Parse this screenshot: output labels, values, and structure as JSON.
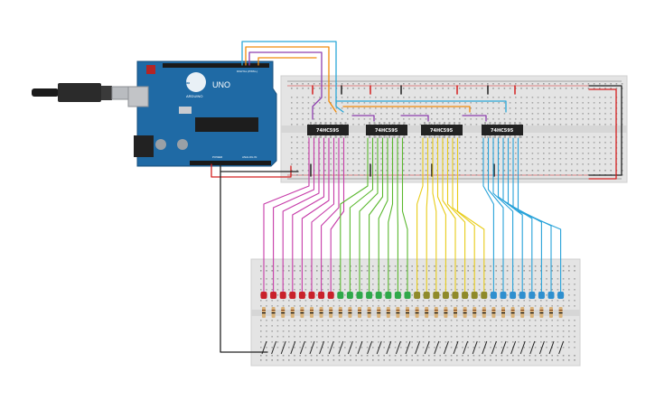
{
  "arduino": {
    "model": "UNO",
    "brand": "ARDUINO",
    "digital_label": "DIGITAL (PWM~)",
    "power_label": "POWER",
    "analog_label": "ANALOG IN",
    "board_color": "#1f6aa5"
  },
  "chips": [
    {
      "label": "74HC595"
    },
    {
      "label": "74HC595"
    },
    {
      "label": "74HC595"
    },
    {
      "label": "74HC595"
    }
  ],
  "led_groups": [
    {
      "color_name": "red",
      "color": "#c9212a",
      "wire": "#c63aa8",
      "count": 8
    },
    {
      "color_name": "green",
      "color": "#2fa84a",
      "wire": "#5ab82e",
      "count": 8
    },
    {
      "color_name": "yellow",
      "color": "#8f8a2a",
      "wire": "#e8cc18",
      "count": 8
    },
    {
      "color_name": "blue",
      "color": "#2e8fcf",
      "wire": "#27a2d9",
      "count": 8
    }
  ],
  "wire_colors": {
    "power": "#d42020",
    "ground": "#222222",
    "data": "#f08a0c",
    "clock": "#8e3fae",
    "latch": "#2ba8d8"
  }
}
